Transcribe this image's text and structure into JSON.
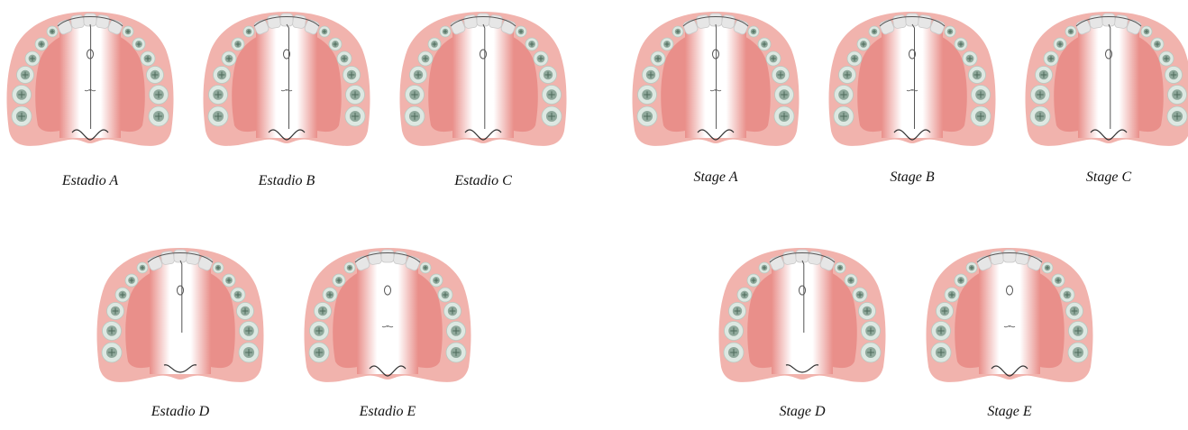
{
  "panels": [
    {
      "caption": "Estadio A",
      "stage": "A"
    },
    {
      "caption": "Estadio B",
      "stage": "B"
    },
    {
      "caption": "Estadio C",
      "stage": "C"
    },
    {
      "caption": "Stage A",
      "stage": "A"
    },
    {
      "caption": "Stage B",
      "stage": "B"
    },
    {
      "caption": "Stage C",
      "stage": "C"
    },
    {
      "caption": "Estadio D",
      "stage": "D"
    },
    {
      "caption": "Estadio E",
      "stage": "E"
    },
    {
      "caption": "Stage D",
      "stage": "D"
    },
    {
      "caption": "Stage E",
      "stage": "E"
    }
  ],
  "colors": {
    "gum": "#f1b3ad",
    "gum_inner": "#e98f8a",
    "tooth": "#dde8e2",
    "tooth_inner": "#8fa89b",
    "incisor": "#e6e6e6",
    "suture": "#555555"
  }
}
